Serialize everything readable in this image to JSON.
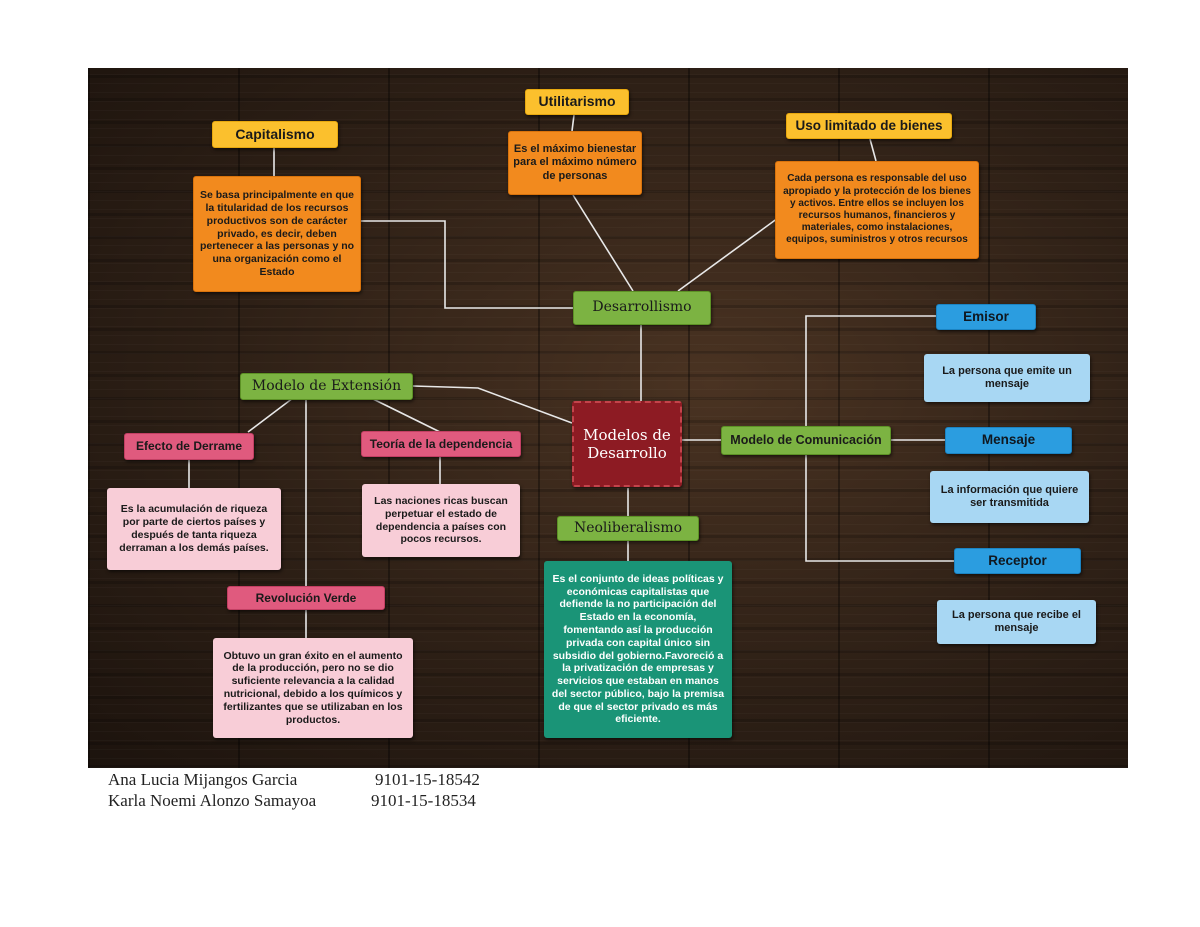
{
  "center": {
    "label": "Modelos de Desarrollo"
  },
  "desarrollismo": {
    "label": "Desarrollismo"
  },
  "capitalismo": {
    "title": "Capitalismo",
    "text": "Se basa principalmente en que la titularidad de los recursos productivos son de carácter privado, es decir, deben pertenecer a las personas y no una organización como el Estado"
  },
  "utilitarismo": {
    "title": "Utilitarismo",
    "text": "Es el máximo bienestar para el máximo número de personas"
  },
  "uso_limitado": {
    "title": "Uso limitado de bienes",
    "text": "Cada persona es responsable del uso apropiado y la protección de los bienes y activos. Entre ellos se incluyen los recursos humanos, financieros y materiales, como instalaciones, equipos, suministros y otros recursos"
  },
  "modelo_extension": {
    "label": "Modelo de Extensión",
    "efecto_derrame": {
      "title": "Efecto de Derrame",
      "text": "Es la acumulación de riqueza por parte de ciertos países y después de tanta riqueza derraman a los demás países."
    },
    "teoria_dependencia": {
      "title": "Teoría de la dependencia",
      "text": "Las naciones ricas buscan perpetuar el estado de dependencia a países con pocos recursos."
    },
    "revolucion_verde": {
      "title": "Revolución Verde",
      "text": "Obtuvo un gran éxito en el aumento de la producción, pero no se dio suficiente relevancia a la calidad nutricional, debido a los químicos y fertilizantes que se utilizaban en los productos."
    }
  },
  "neoliberalismo": {
    "label": "Neoliberalismo",
    "text": "Es el conjunto de ideas políticas y económicas capitalistas que defiende la no participación del Estado en la economía, fomentando así la producción privada con capital único sin subsidio del gobierno.Favoreció a la privatización de empresas y servicios que estaban en manos del sector público, bajo la premisa de que el sector privado es más eficiente."
  },
  "modelo_comunicacion": {
    "label": "Modelo de Comunicación",
    "emisor": {
      "title": "Emisor",
      "text": "La persona que emite un mensaje"
    },
    "mensaje": {
      "title": "Mensaje",
      "text": "La información que quiere ser transmitida"
    },
    "receptor": {
      "title": "Receptor",
      "text": "La persona que recibe el mensaje"
    }
  },
  "authors": [
    {
      "name": "Ana Lucia Mijangos Garcia",
      "id": "9101-15-18542"
    },
    {
      "name": "Karla Noemi Alonzo Samayoa",
      "id": "9101-15-18534"
    }
  ],
  "colors": {
    "connector": "#e8e8e8",
    "center": "#8d1b23",
    "green": "#7cb342",
    "yellow": "#fbc02d",
    "orange": "#f28a1e",
    "pink": "#e05a7e",
    "blue": "#2b9de0",
    "teal": "#1a9477"
  }
}
